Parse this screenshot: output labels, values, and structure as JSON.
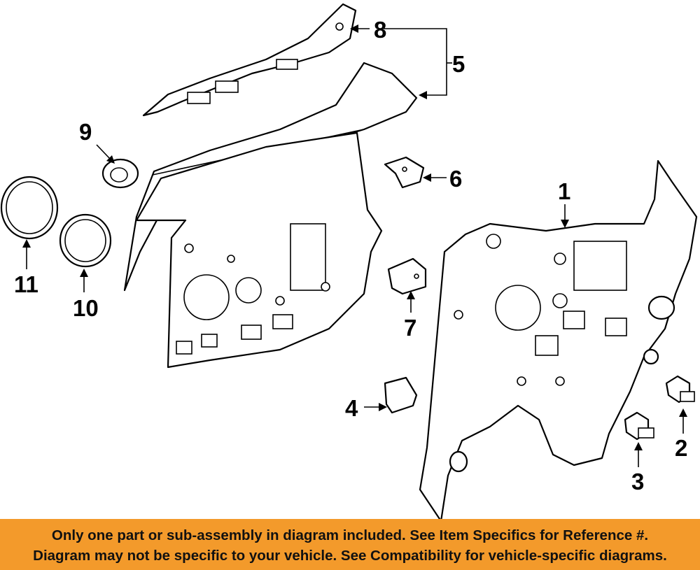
{
  "callouts": {
    "c1": "1",
    "c2": "2",
    "c3": "3",
    "c4": "4",
    "c5": "5",
    "c6": "6",
    "c7": "7",
    "c8": "8",
    "c9": "9",
    "c10": "10",
    "c11": "11"
  },
  "footer": {
    "line1": "Only one part or sub-assembly in diagram included. See Item Specifics for Reference #.",
    "line2": "Diagram may not be specific to your vehicle. See Compatibility for vehicle-specific diagrams."
  },
  "colors": {
    "footer_background": "#f39a2b",
    "line_art": "#000000"
  }
}
